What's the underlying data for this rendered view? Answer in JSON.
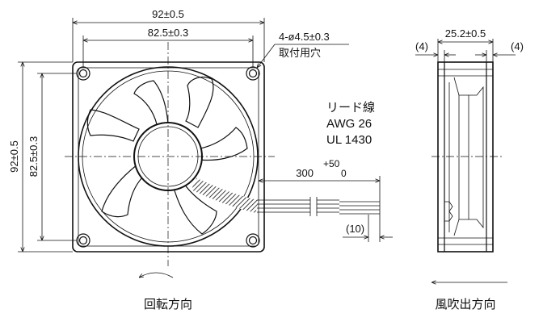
{
  "front_view": {
    "dim_outer_width": "92±0.5",
    "dim_hole_pitch_width": "82.5±0.3",
    "dim_outer_height": "92±0.5",
    "dim_hole_pitch_height": "82.5±0.3",
    "hole_spec_line1": "4-ø4.5±0.3",
    "hole_spec_line2": "取付用穴"
  },
  "lead_wire": {
    "title": "リード線",
    "gauge": "AWG 26",
    "standard": "UL 1430",
    "length": "300",
    "tol_plus": "+50",
    "tol_minus": "0",
    "strip_length": "(10)"
  },
  "side_view": {
    "dim_thickness": "25.2±0.5",
    "dim_flange_left": "(4)",
    "dim_flange_right": "(4)"
  },
  "labels": {
    "rotation_direction": "回転方向",
    "airflow_direction": "風吹出方向"
  }
}
